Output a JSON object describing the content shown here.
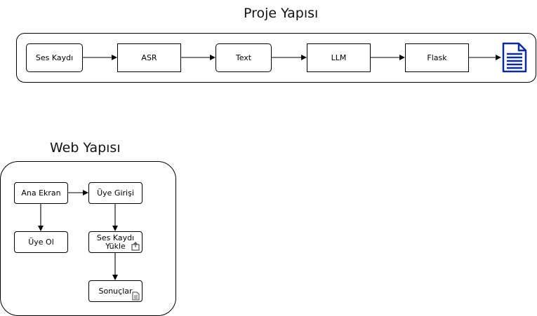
{
  "proje": {
    "title": "Proje Yapısı",
    "nodes": [
      "Ses Kaydı",
      "ASR",
      "Text",
      "LLM",
      "Flask"
    ],
    "output_icon": "document-icon",
    "icon_color": "#0a2a9e"
  },
  "web": {
    "title": "Web Yapısı",
    "nodes": {
      "ana_ekran": "Ana Ekran",
      "uye_girisi": "Üye Girişi",
      "uye_ol": "Üye Ol",
      "ses_kaydi_line1": "Ses Kaydı",
      "ses_kaydi_line2": "Yükle",
      "sonuclar": "Sonuçlar"
    },
    "ses_kaydi_icon": "upload-icon",
    "sonuclar_icon": "file-icon"
  }
}
